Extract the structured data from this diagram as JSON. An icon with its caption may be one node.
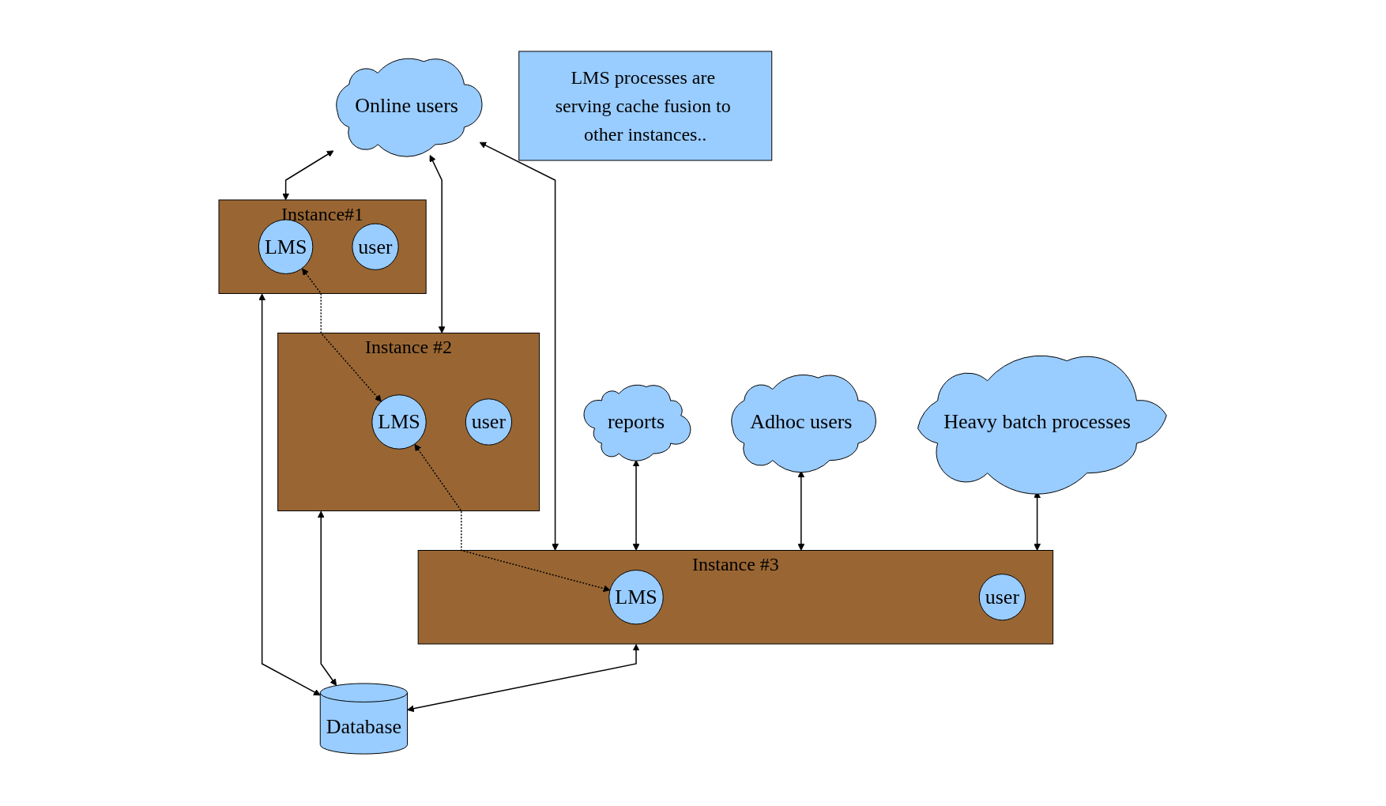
{
  "diagram": {
    "nodes": [
      {
        "text": [
          "Online users"
        ]
      },
      {
        "text": [
          "reports"
        ]
      },
      {
        "text": [
          "Adhoc users"
        ]
      },
      {
        "text": [
          "Heavy batch processes"
        ]
      },
      {
        "text": [
          "Instance#1"
        ]
      },
      {
        "text": [
          "LMS"
        ],
        "in": 4
      },
      {
        "text": [
          "user"
        ],
        "in": 4
      },
      {
        "text": [
          "Instance #2"
        ]
      },
      {
        "text": [
          "LMS"
        ],
        "in": 7
      },
      {
        "text": [
          "user"
        ],
        "in": 7
      },
      {
        "text": [
          "Instance #3"
        ]
      },
      {
        "text": [
          "LMS"
        ],
        "in": 10
      },
      {
        "text": [
          "user"
        ],
        "in": 10
      },
      {
        "text": [
          "Database"
        ]
      },
      {
        "text": [
          "LMS processes are serving cache fusion to other instances.."
        ]
      }
    ],
    "edges": [
      {
        "from": 0,
        "to": 4,
        "arrow": "both"
      },
      {
        "from": 0,
        "to": 7,
        "arrow": "both"
      },
      {
        "from": 0,
        "to": 10,
        "arrow": "both"
      },
      {
        "from": 1,
        "to": 10,
        "arrow": "both"
      },
      {
        "from": 2,
        "to": 10,
        "arrow": "both"
      },
      {
        "from": 3,
        "to": 10,
        "arrow": "both"
      },
      {
        "from": 5,
        "to": 8,
        "arrow": "both",
        "style": "dashed"
      },
      {
        "from": 8,
        "to": 11,
        "arrow": "both",
        "style": "dashed"
      },
      {
        "from": 4,
        "to": 13,
        "arrow": "both"
      },
      {
        "from": 7,
        "to": 13,
        "arrow": "both"
      },
      {
        "from": 10,
        "to": 13,
        "arrow": "both"
      }
    ]
  }
}
